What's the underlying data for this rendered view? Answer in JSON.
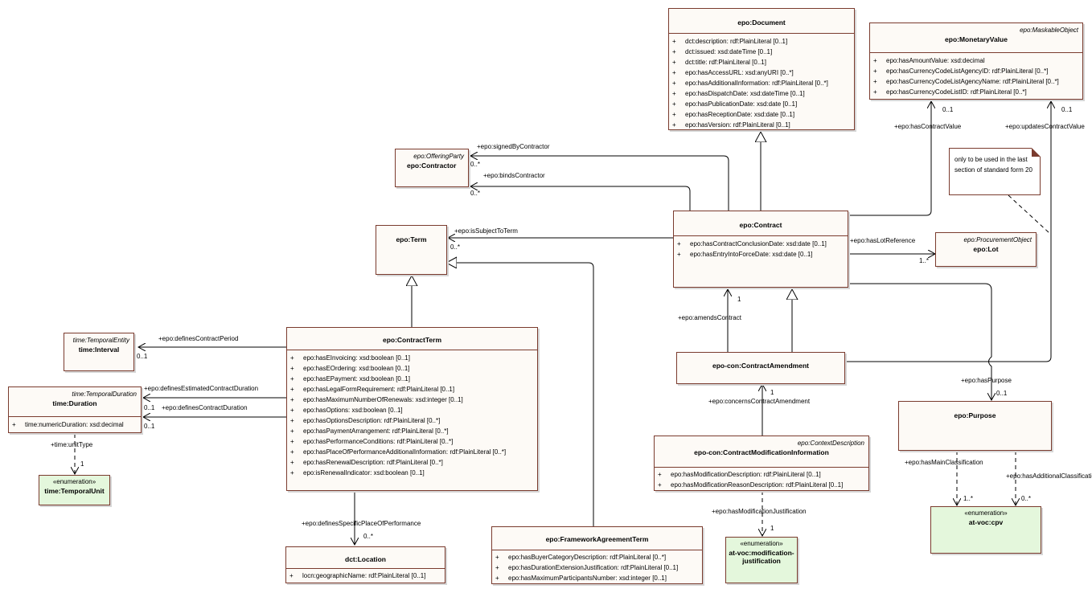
{
  "classes": {
    "document": {
      "title": "epo:Document",
      "attrs": [
        "dct:description: rdf:PlainLiteral [0..1]",
        "dct:issued: xsd:dateTime [0..1]",
        "dct:title: rdf:PlainLiteral [0..1]",
        "epo:hasAccessURL: xsd:anyURI [0..*]",
        "epo:hasAdditionalInformation: rdf:PlainLiteral [0..*]",
        "epo:hasDispatchDate: xsd:dateTime [0..1]",
        "epo:hasPublicationDate: xsd:date [0..1]",
        "epo:hasReceptionDate: xsd:date [0..1]",
        "epo:hasVersion: rdf:PlainLiteral [0..1]"
      ]
    },
    "monetary": {
      "stereo": "epo:MaskableObject",
      "title": "epo:MonetaryValue",
      "attrs": [
        "epo:hasAmountValue: xsd:decimal",
        "epo:hasCurrencyCodeListAgencyID: rdf:PlainLiteral [0..*]",
        "epo:hasCurrencyCodeListAgencyName: rdf:PlainLiteral [0..*]",
        "epo:hasCurrencyCodeListID: rdf:PlainLiteral [0..*]"
      ]
    },
    "contractor": {
      "stereo": "epo:OfferingParty",
      "title": "epo:Contractor"
    },
    "term": {
      "title": "epo:Term"
    },
    "contract": {
      "title": "epo:Contract",
      "attrs": [
        "epo:hasContractConclusionDate: xsd:date [0..1]",
        "epo:hasEntryIntoForceDate: xsd:date [0..1]"
      ]
    },
    "lot": {
      "stereo": "epo:ProcurementObject",
      "title": "epo:Lot"
    },
    "interval": {
      "stereo": "time:TemporalEntity",
      "title": "time:Interval"
    },
    "contractTerm": {
      "title": "epo:ContractTerm",
      "attrs": [
        "epo:hasEInvoicing: xsd:boolean [0..1]",
        "epo:hasEOrdering: xsd:boolean [0..1]",
        "epo:hasEPayment: xsd:boolean [0..1]",
        "epo:hasLegalFormRequirement: rdf:PlainLiteral [0..1]",
        "epo:hasMaximumNumberOfRenewals: xsd:integer [0..1]",
        "epo:hasOptions: xsd:boolean [0..1]",
        "epo:hasOptionsDescription: rdf:PlainLiteral [0..*]",
        "epo:hasPaymentArrangement: rdf:PlainLiteral [0..*]",
        "epo:hasPerformanceConditions: rdf:PlainLiteral [0..*]",
        "epo:hasPlaceOfPerformanceAdditionalInformation: rdf:PlainLiteral [0..*]",
        "epo:hasRenewalDescription: rdf:PlainLiteral [0..*]",
        "epo:isRenewalIndicator: xsd:boolean [0..1]"
      ]
    },
    "duration": {
      "stereo": "time:TemporalDuration",
      "title": "time:Duration",
      "attrs": [
        "time:numericDuration: xsd:decimal"
      ]
    },
    "temporalUnit": {
      "stereo": "«enumeration»",
      "title": "time:TemporalUnit"
    },
    "amendment": {
      "title": "epo-con:ContractAmendment"
    },
    "purpose": {
      "title": "epo:Purpose"
    },
    "modInfo": {
      "stereo": "epo:ContextDescription",
      "title": "epo-con:ContractModificationInformation",
      "attrs": [
        "epo:hasModificationDescription: rdf:PlainLiteral [0..1]",
        "epo:hasModificationReasonDescription: rdf:PlainLiteral [0..1]"
      ]
    },
    "location": {
      "title": "dct:Location",
      "attrs": [
        "locn:geographicName: rdf:PlainLiteral [0..1]"
      ]
    },
    "framework": {
      "title": "epo:FrameworkAgreementTerm",
      "attrs": [
        "epo:hasBuyerCategoryDescription: rdf:PlainLiteral [0..*]",
        "epo:hasDurationExtensionJustification: rdf:PlainLiteral [0..1]",
        "epo:hasMaximumParticipantsNumber: xsd:integer [0..1]"
      ]
    },
    "modJust": {
      "stereo": "«enumeration»",
      "title": "at-voc:modification-justification"
    },
    "cpv": {
      "stereo": "«enumeration»",
      "title": "at-voc:cpv"
    }
  },
  "visibility": "+",
  "note": "only to be used in the last section of standard form 20",
  "labels": {
    "signedByContractor": "+epo:signedByContractor",
    "signedMult": "0..*",
    "bindsContractor": "+epo:bindsContractor",
    "bindsMult": "0..*",
    "isSubjectToTerm": "+epo:isSubjectToTerm",
    "subjectMult": "0..*",
    "hasContractValue": "+epo:hasContractValue",
    "contractValueMult": "0..1",
    "updatesContractValue": "+epo:updatesContractValue",
    "updatesMult": "0..1",
    "hasLotReference": "+epo:hasLotReference",
    "lotMult": "1..*",
    "amendsContract": "+epo:amendsContract",
    "amendsMult": "1",
    "hasPurpose": "+epo:hasPurpose",
    "purposeMult": "0..1",
    "concernsContractAmendment": "+epo:concernsContractAmendment",
    "concernsMult": "1",
    "definesContractPeriod": "+epo:definesContractPeriod",
    "periodMult": "0..1",
    "definesEstimatedContractDuration": "+epo:definesEstimatedContractDuration",
    "estimatedMult": "0..1",
    "definesContractDuration": "+epo:definesContractDuration",
    "durationMult": "0..1",
    "unitType": "+time:unitType",
    "unitMult": "1",
    "definesSpecificPlaceOfPerformance": "+epo:definesSpecificPlaceOfPerformance",
    "placeMult": "0..*",
    "hasModificationJustification": "+epo:hasModificationJustification",
    "justMult": "1",
    "hasMainClassification": "+epo:hasMainClassification",
    "mainMult": "1..*",
    "hasAdditionalClassification": "+epo:hasAdditionalClassification",
    "additionalMult": "0..*"
  }
}
